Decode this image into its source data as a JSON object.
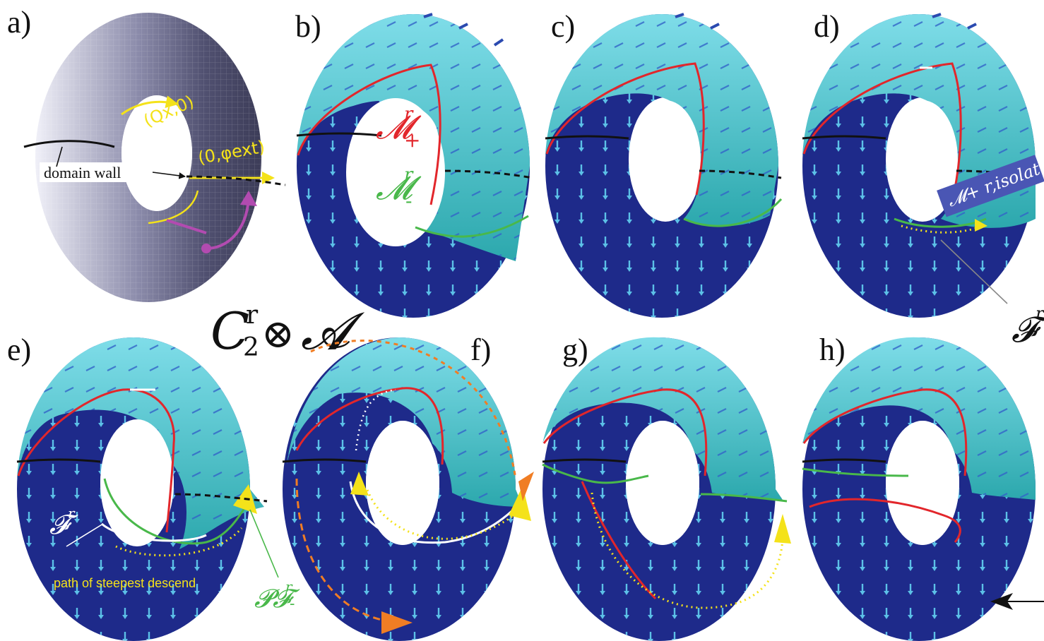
{
  "panels": {
    "a": "a)",
    "b": "b)",
    "c": "c)",
    "d": "d)",
    "e": "e)",
    "f": "f)",
    "g": "g)",
    "h": "h)"
  },
  "panel_a": {
    "qx_label": "(Qx,0)",
    "phi_label": "(0,φext)",
    "domain_wall_label": "domain wall"
  },
  "panel_b": {
    "m_plus": "𝓜",
    "m_plus_sup": "r",
    "m_plus_sub": "+",
    "m_minus": "𝓜",
    "m_minus_sup": "r",
    "m_minus_sub": "-"
  },
  "panel_d": {
    "isolated_label": "𝓜+ r,isolated",
    "f_label": "𝓕",
    "f_sup": "r"
  },
  "symmetry_label": {
    "c": "C",
    "sup": "r",
    "sub": "2",
    "otimes": "⊗",
    "a": "𝓐"
  },
  "panel_e": {
    "f_label": "𝓕",
    "f_sup": "r",
    "path_label": "path of steepest descend",
    "pf_label": "𝓟𝓕",
    "pf_sup": "r",
    "pf_sub": "-"
  },
  "colors": {
    "dark_blue": "#1e2a8a",
    "light_cyan": "#6fd4e3",
    "teal": "#2aa6a6",
    "red_curve": "#e2262b",
    "green_curve": "#49b84a",
    "yellow": "#f4e21a",
    "magenta": "#b24bb0",
    "orange": "#f07d24"
  }
}
